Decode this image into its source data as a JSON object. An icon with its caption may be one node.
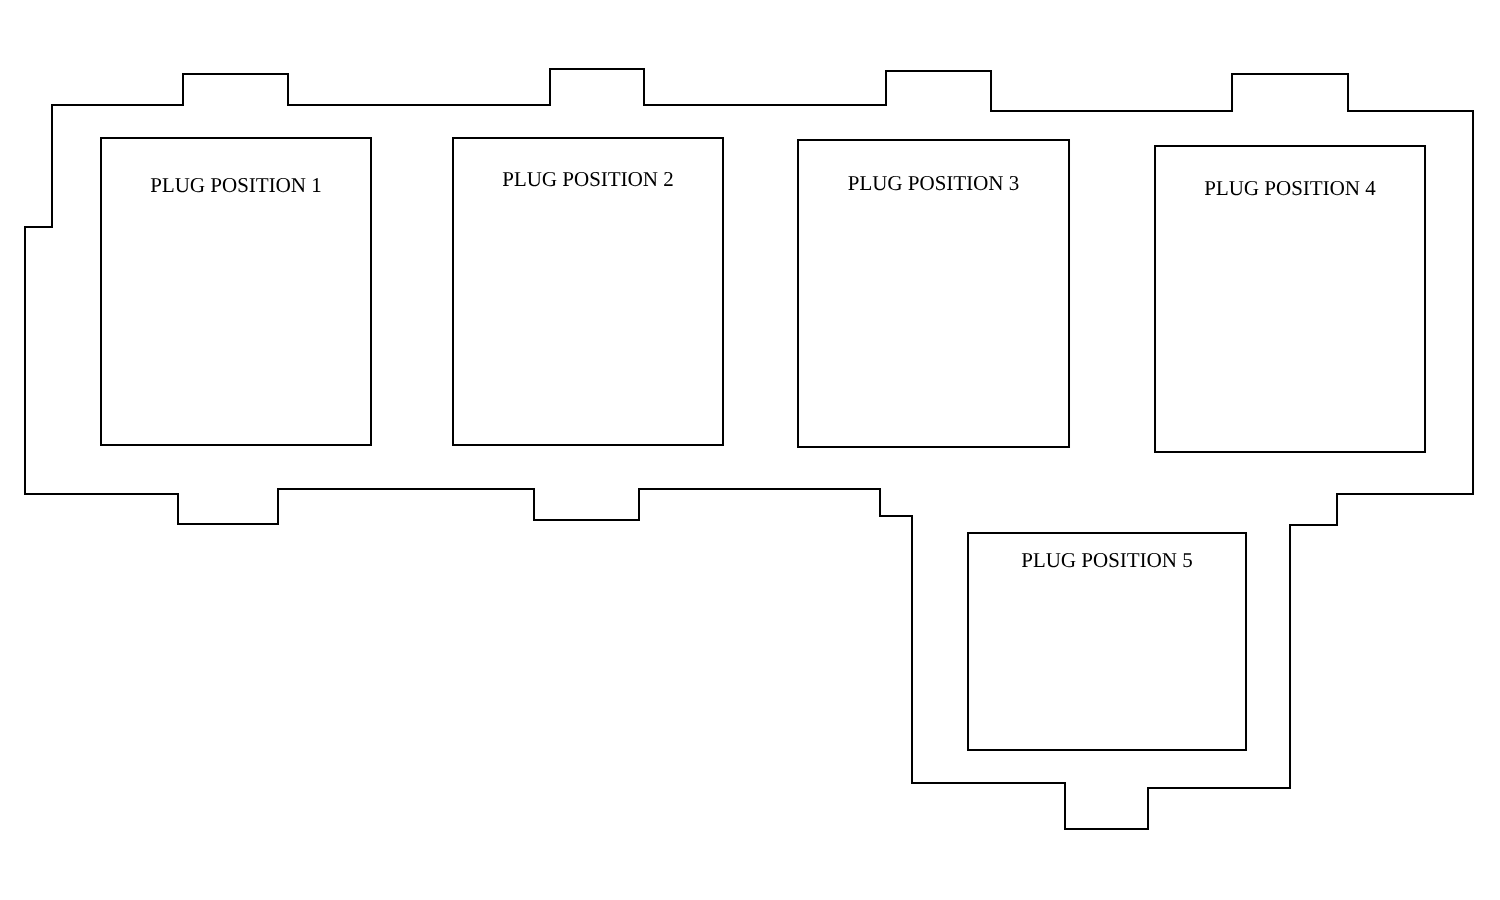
{
  "diagram": {
    "nodes": [
      {
        "text": [],
        "shape": "box"
      },
      {
        "text": [
          "PLUG POSITION 1"
        ],
        "in": 0
      },
      {
        "text": [
          "PLUG POSITION 2"
        ],
        "in": 0
      },
      {
        "text": [
          "PLUG POSITION 3"
        ],
        "in": 0
      },
      {
        "text": [
          "PLUG POSITION 4"
        ],
        "in": 0
      },
      {
        "text": [
          "PLUG POSITION 5"
        ],
        "in": 0
      }
    ]
  }
}
